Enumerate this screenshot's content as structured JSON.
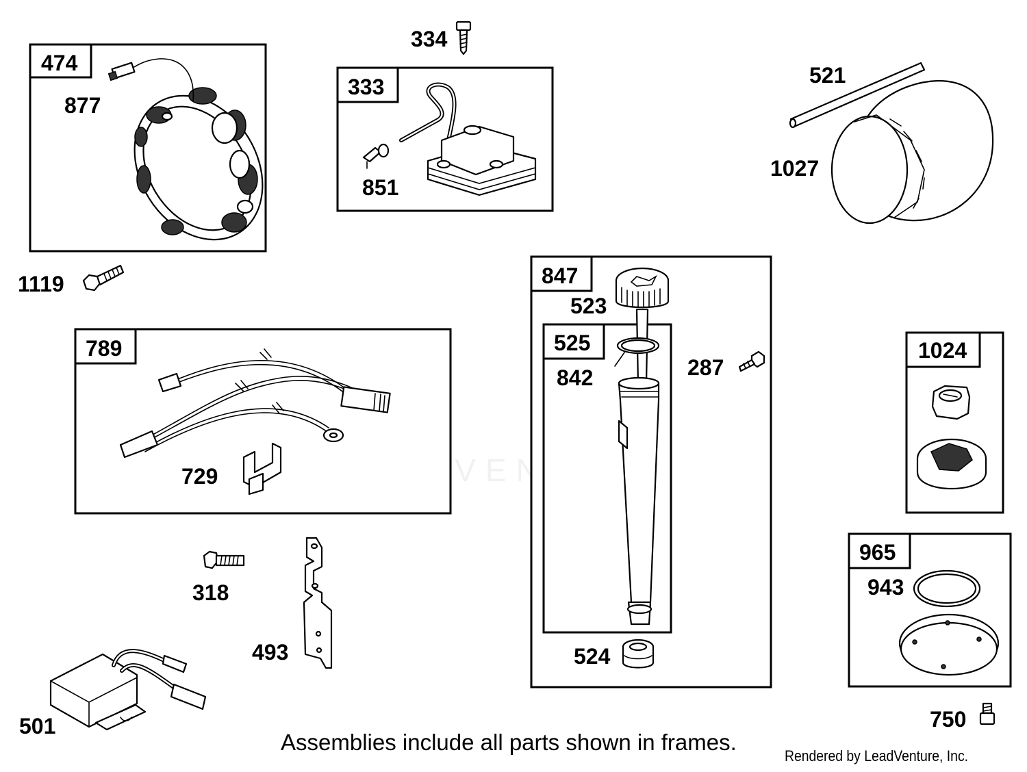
{
  "labels": {
    "p474": "474",
    "p877": "877",
    "p1119": "1119",
    "p334": "334",
    "p333": "333",
    "p851": "851",
    "p521": "521",
    "p1027": "1027",
    "p789": "789",
    "p729": "729",
    "p847": "847",
    "p523": "523",
    "p525": "525",
    "p842": "842",
    "p287": "287",
    "p524": "524",
    "p1024": "1024",
    "p965": "965",
    "p943": "943",
    "p750": "750",
    "p318": "318",
    "p493": "493",
    "p501": "501"
  },
  "footer": {
    "note": "Assemblies include all parts shown in frames.",
    "credit": "Rendered by LeadVenture, Inc."
  },
  "watermark": "LEADVENTURE"
}
